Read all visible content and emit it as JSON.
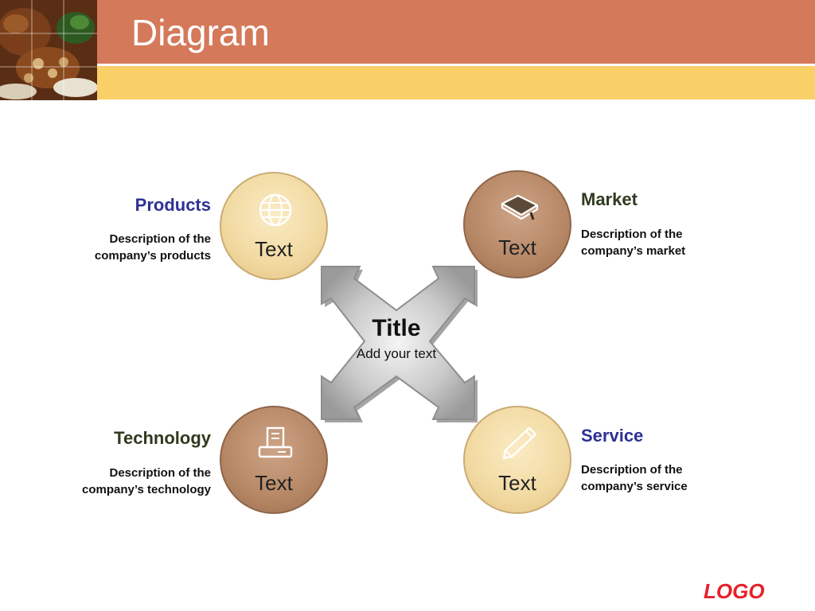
{
  "slide": {
    "title": "Diagram",
    "logo": "LOGO"
  },
  "center": {
    "title": "Title",
    "subtitle": "Add your text"
  },
  "nodes": [
    {
      "id": "products",
      "heading": "Products",
      "desc_line1": "Description of the",
      "desc_line2": "company’s products",
      "circle_text": "Text",
      "icon": "globe-icon",
      "heading_color": "#2E3192",
      "circle_style": "light"
    },
    {
      "id": "market",
      "heading": "Market",
      "desc_line1": "Description of the",
      "desc_line2": "company’s market",
      "circle_text": "Text",
      "icon": "book-icon",
      "heading_color": "#2F3A1F",
      "circle_style": "dark"
    },
    {
      "id": "technology",
      "heading": "Technology",
      "desc_line1": "Description of the",
      "desc_line2": "company’s technology",
      "circle_text": "Text",
      "icon": "computer-icon",
      "heading_color": "#2F3A1F",
      "circle_style": "dark"
    },
    {
      "id": "service",
      "heading": "Service",
      "desc_line1": "Description of the",
      "desc_line2": "company’s service",
      "circle_text": "Text",
      "icon": "pencil-icon",
      "heading_color": "#2E3192",
      "circle_style": "light"
    }
  ],
  "colors": {
    "header": "#D4795A",
    "subheader": "#F9CF67",
    "logo": "#E8202A"
  }
}
